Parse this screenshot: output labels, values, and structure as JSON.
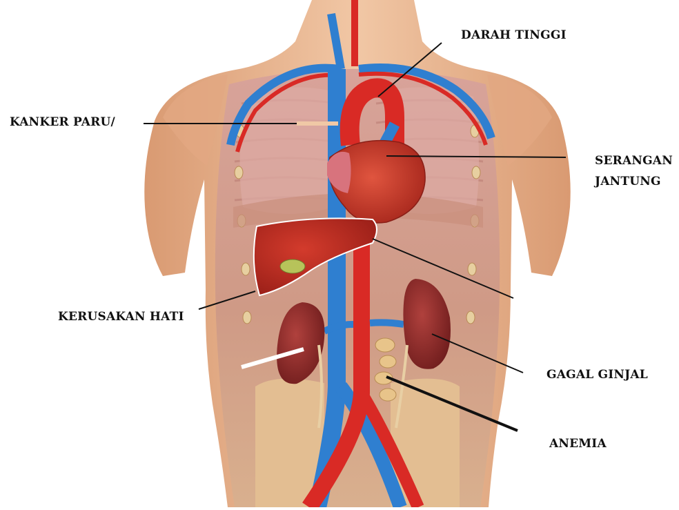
{
  "labels": {
    "darah_tinggi": "DARAH TINGGI",
    "kanker_paru": "KANKER PARU/",
    "serangan_jantung": "SERANGAN JANTUNG",
    "kerusakan_hati": "KERUSAKAN HATI",
    "gagal_ginjal": "GAGAL GINJAL",
    "anemia": "ANEMIA"
  },
  "colors": {
    "skin": "#e8b48e",
    "muscle": "#c9826a",
    "artery": "#d92a25",
    "vein": "#2f7fd0",
    "heart": "#c93a2b",
    "liver": "#b52a20",
    "kidney": "#8c2a28",
    "lungs": "#d7a6a0"
  }
}
